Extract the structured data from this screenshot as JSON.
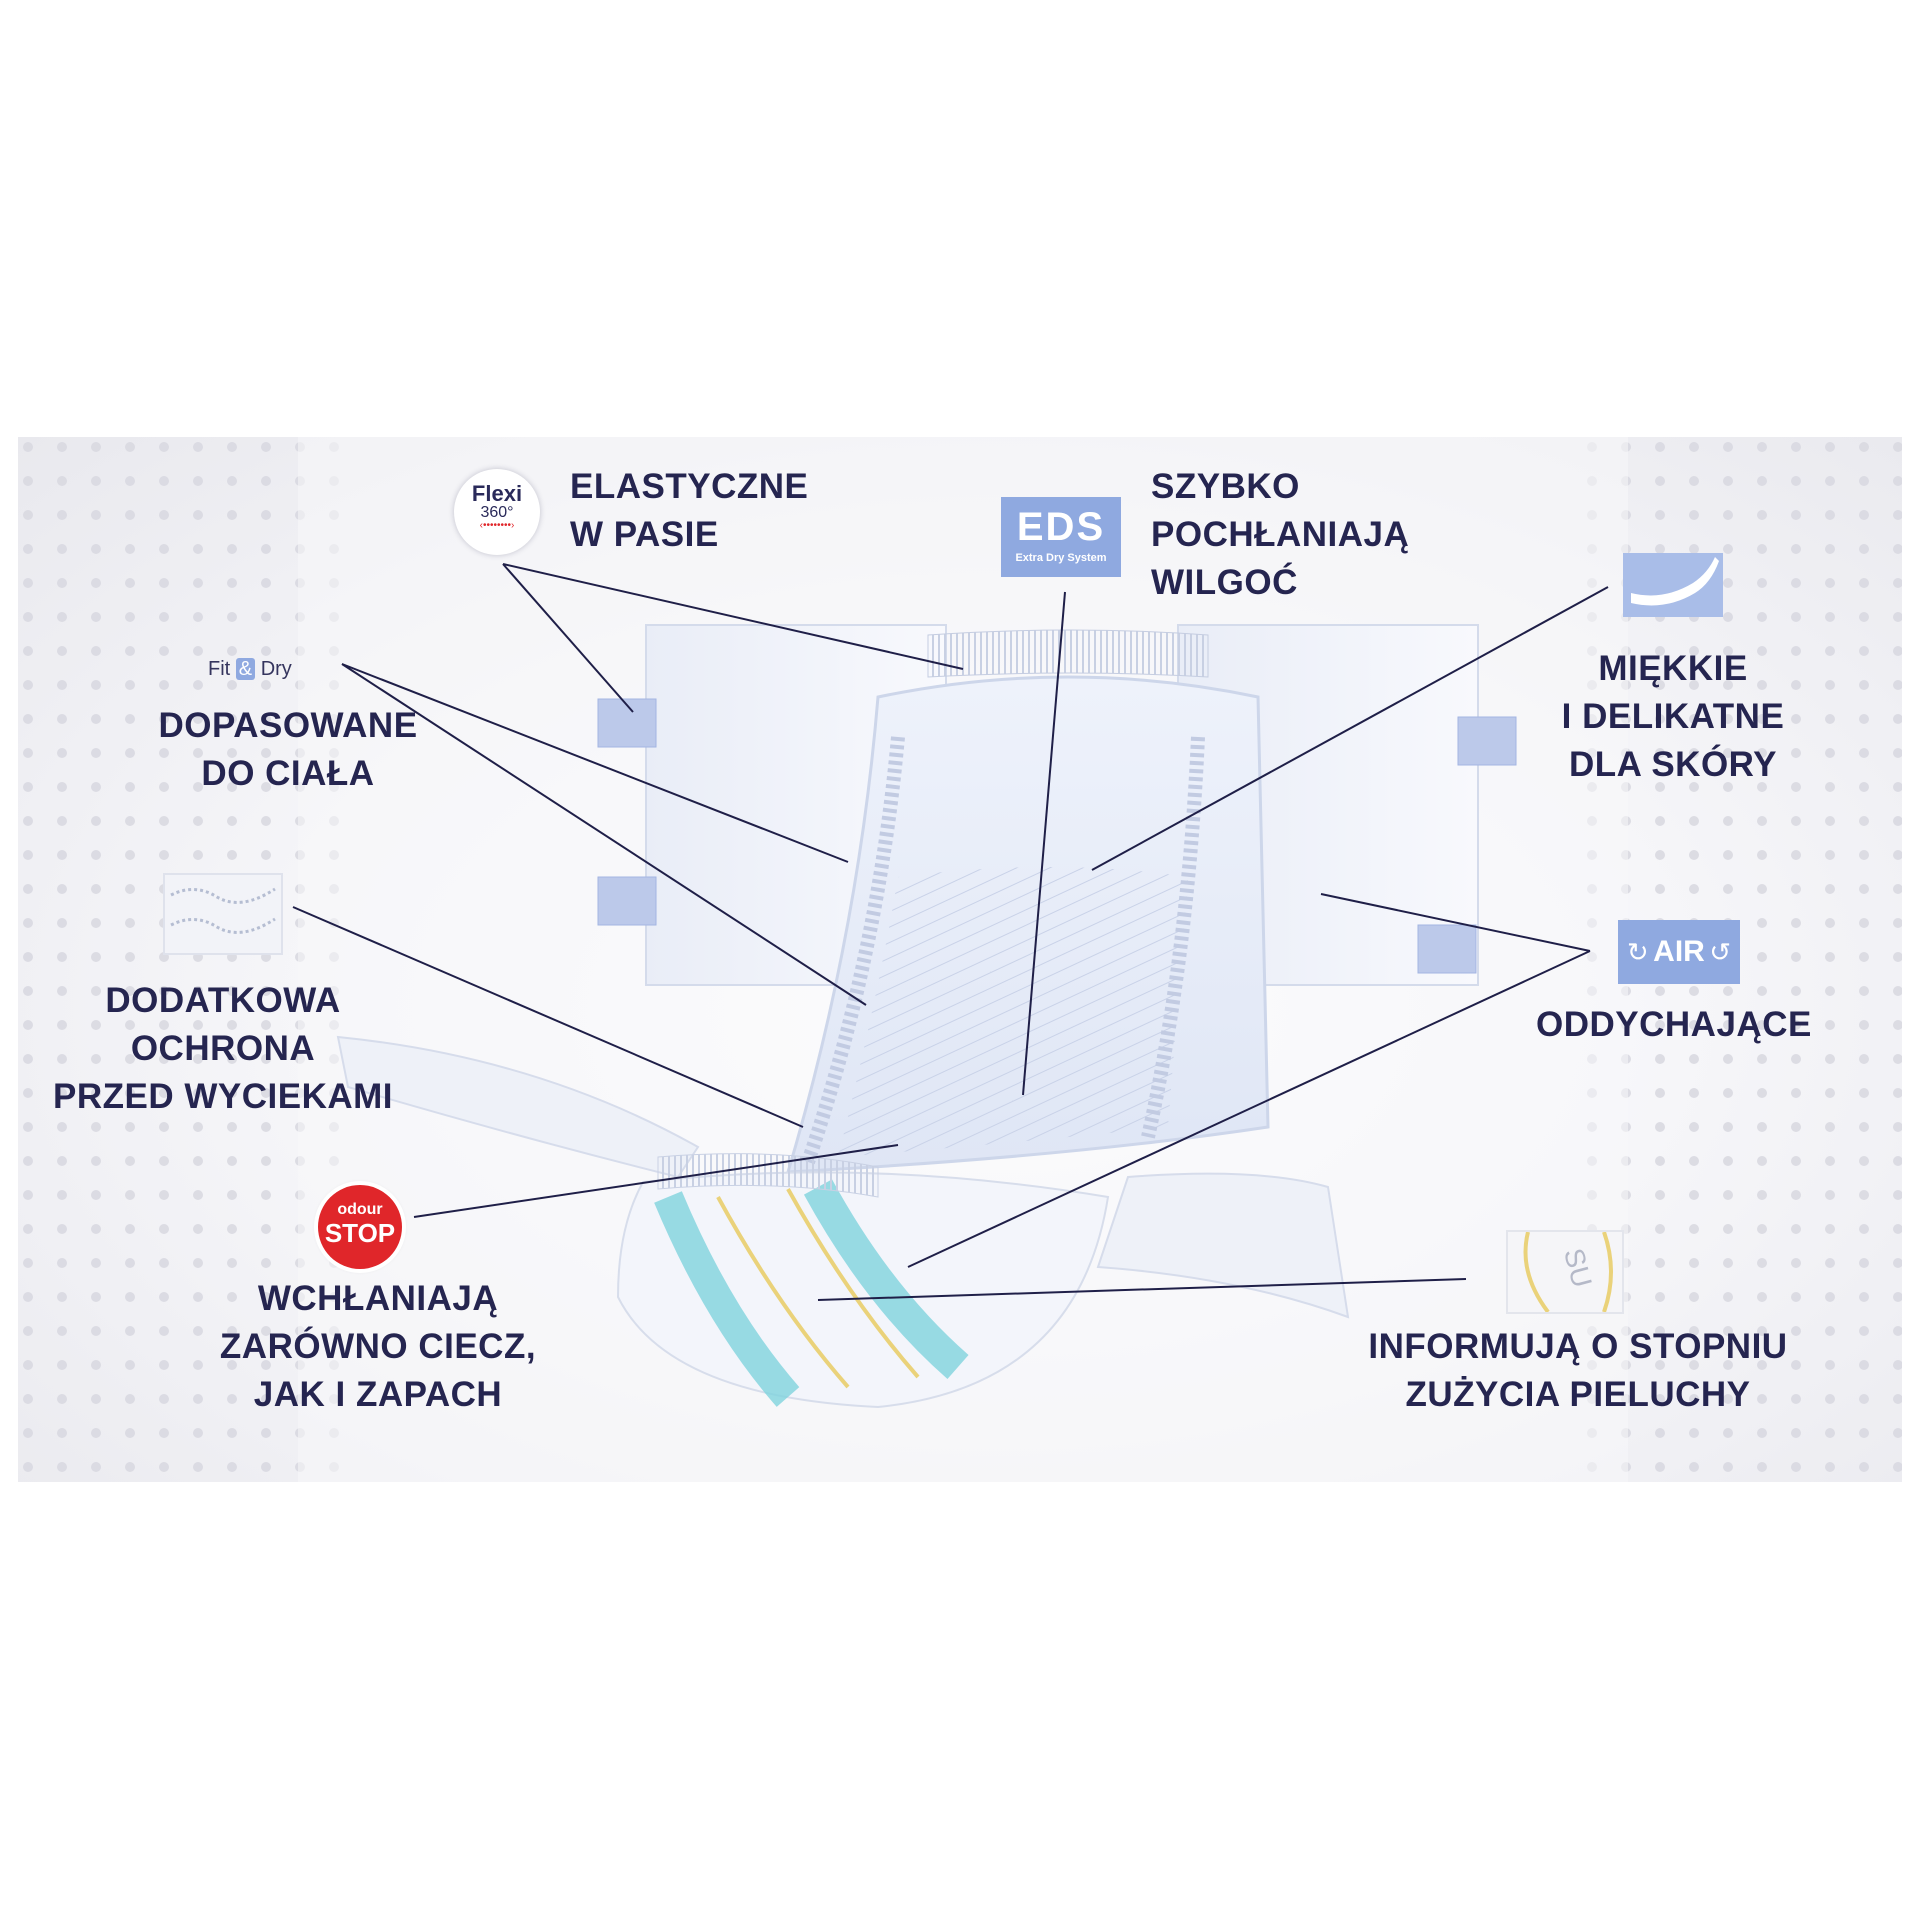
{
  "labels": {
    "elastyczne": "ELASTYCZNE\nW PASIE",
    "szybko": "SZYBKO\nPOCHŁANIAJĄ\nWILGOĆ",
    "miekkie": "MIĘKKIE\nI DELIKATNE\nDLA SKÓRY",
    "dopasowane": "DOPASOWANE\nDO CIAŁA",
    "dodatkowa": "DODATKOWA\nOCHRONA\nPRZED WYCIEKAMI",
    "oddychajace": "ODDYCHAJĄCE",
    "wchlaniaja": "WCHŁANIAJĄ\nZARÓWNO CIECZ,\nJAK I ZAPACH",
    "informuja": "INFORMUJĄ O STOPNIU\nZUŻYCIA PIELUCHY"
  },
  "badges": {
    "flexi": {
      "top": "Flexi",
      "bottom": "360°"
    },
    "eds": {
      "big": "EDS",
      "small": "Extra Dry System"
    },
    "fitdry": {
      "left": "Fit",
      "amp": "&",
      "right": "Dry"
    },
    "air": "AIR",
    "odour": {
      "top": "odour",
      "bottom": "STOP"
    },
    "super": "SU"
  },
  "colors": {
    "text": "#252550",
    "leader": "#1f1f48",
    "badge_blue": "#8fa9e0",
    "odour_red": "#e0262a",
    "indicator_teal": "#7fd3dd",
    "indicator_yellow": "#ead27a"
  }
}
